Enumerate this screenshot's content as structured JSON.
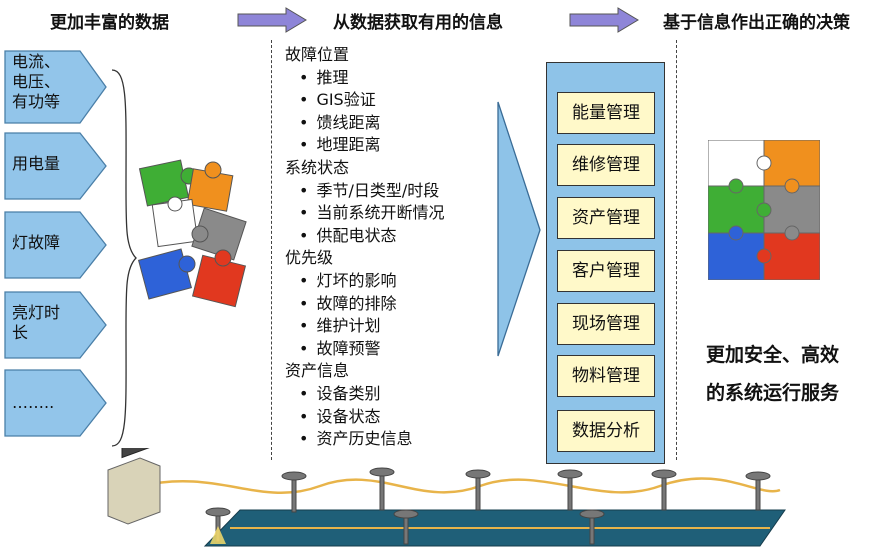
{
  "headers": {
    "more_data": "更加丰富的数据",
    "extract_info": "从数据获取有用的信息",
    "decisions": "基于信息作出正确的决策"
  },
  "data_sources": [
    "电流、\n电压、\n有功等",
    "用电量",
    "灯故障",
    "亮灯时\n长",
    "…….."
  ],
  "info_groups": [
    {
      "title": "故障位置",
      "items": [
        "推理",
        "GIS验证",
        "馈线距离",
        "地理距离"
      ]
    },
    {
      "title": "系统状态",
      "items": [
        "季节/日类型/时段",
        "当前系统开断情况",
        "供配电状态"
      ]
    },
    {
      "title": "优先级",
      "items": [
        "灯坏的影响",
        "故障的排除",
        "维护计划",
        "故障预警"
      ]
    },
    {
      "title": "资产信息",
      "items": [
        "设备类别",
        "设备状态",
        "资产历史信息"
      ]
    }
  ],
  "modules": [
    "能量管理",
    "维修管理",
    "资产管理",
    "客户管理",
    "现场管理",
    "物料管理",
    "数据分析"
  ],
  "result_lines": [
    "更加安全、高效",
    "的系统运行服务"
  ],
  "colors": {
    "arrow_fill": "#8e85d8",
    "pentagon_fill": "#92c5ea",
    "module_fill": "#fff9c9",
    "system_fill": "#8ec3e8",
    "puzzle_green": "#3fae35",
    "puzzle_orange": "#f0901e",
    "puzzle_gray": "#8a8a8a",
    "puzzle_blue": "#2e62d8",
    "puzzle_red": "#e1381f"
  }
}
